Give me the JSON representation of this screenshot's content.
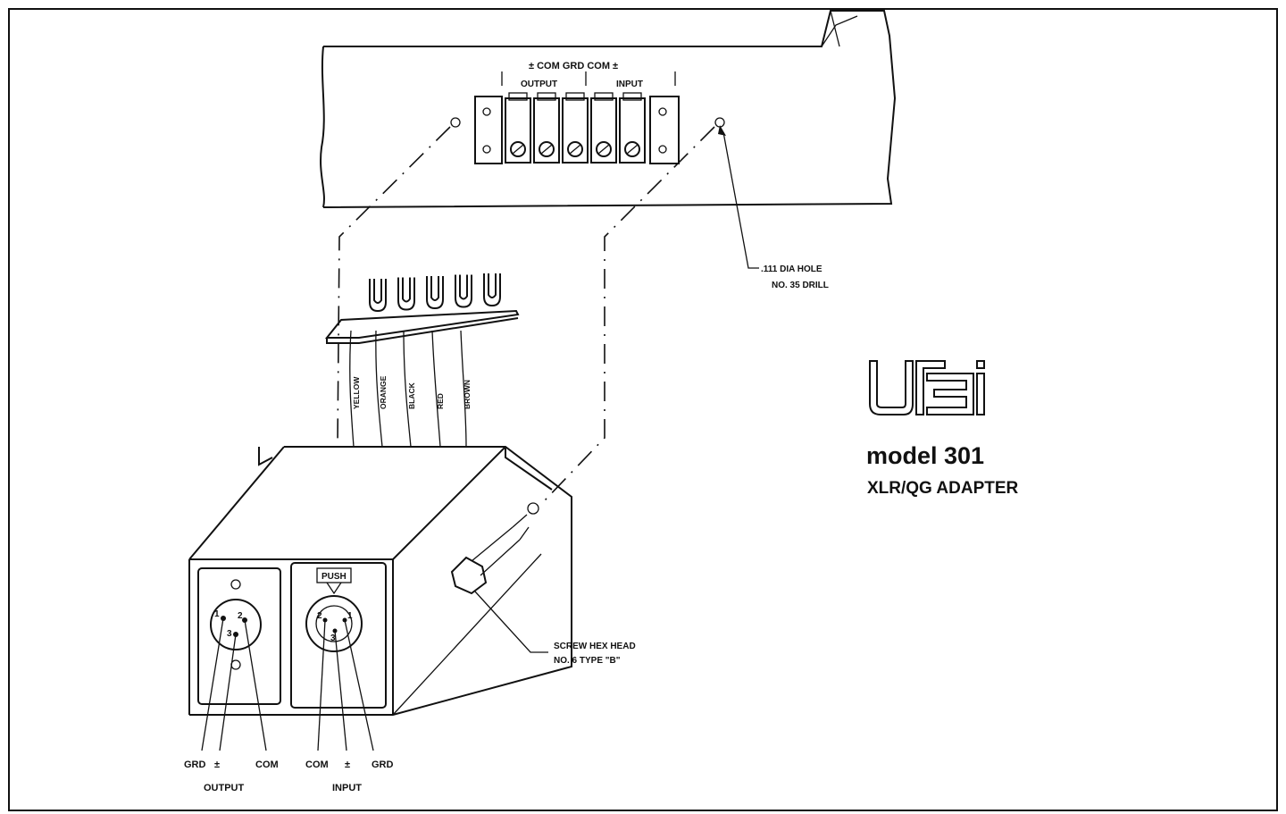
{
  "terminal_labels": {
    "top": "±   COM  GRD  COM  ±",
    "output": "OUTPUT",
    "input": "INPUT"
  },
  "hole_note": {
    "line1": ".111 DIA HOLE",
    "line2": "NO. 35 DRILL"
  },
  "wires": [
    "YELLOW",
    "ORANGE",
    "BLACK",
    "RED",
    "BROWN"
  ],
  "logo": {
    "text": "UREI"
  },
  "product": {
    "model": "model 301",
    "subtitle": "XLR/QG ADAPTER"
  },
  "screw_note": {
    "line1": "SCREW  HEX  HEAD",
    "line2": "NO. 6  TYPE \"B\""
  },
  "push_label": "PUSH",
  "output_pins": [
    "1",
    "2",
    "3"
  ],
  "input_pins": [
    "2",
    "1",
    "3"
  ],
  "output_leads": {
    "grd": "GRD",
    "plus": "±",
    "com": "COM",
    "title": "OUTPUT"
  },
  "input_leads": {
    "com": "COM",
    "plus": "±",
    "grd": "GRD",
    "title": "INPUT"
  }
}
